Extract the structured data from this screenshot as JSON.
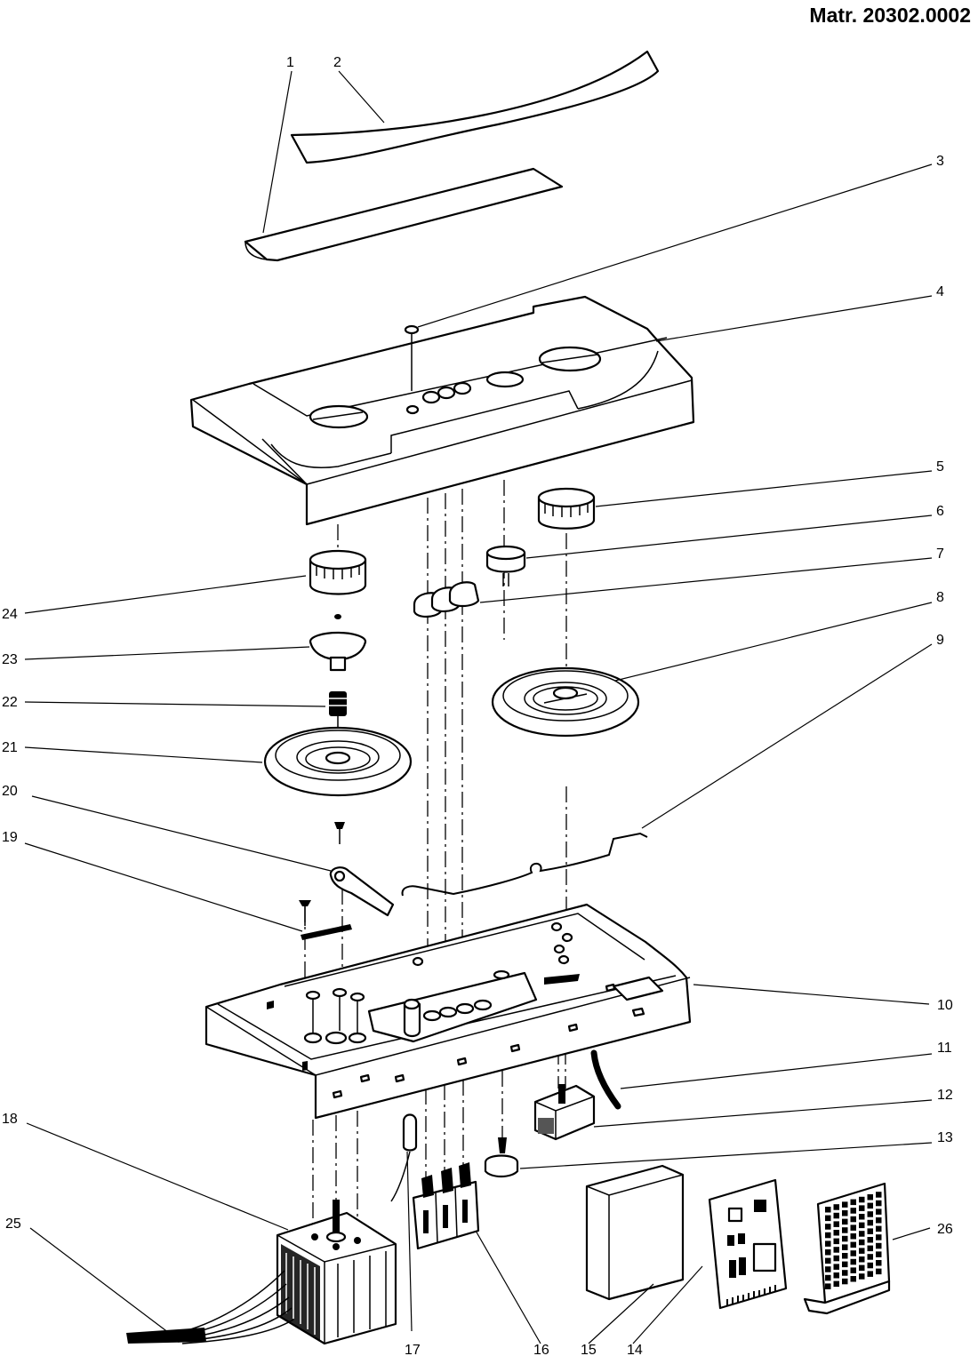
{
  "header": {
    "doc_code": "Matr. 20302.0002"
  },
  "callouts": [
    {
      "id": "c1",
      "text": "1"
    },
    {
      "id": "c2",
      "text": "2"
    },
    {
      "id": "c3",
      "text": "3"
    },
    {
      "id": "c4",
      "text": "4"
    },
    {
      "id": "c5",
      "text": "5"
    },
    {
      "id": "c6",
      "text": "6"
    },
    {
      "id": "c7",
      "text": "7"
    },
    {
      "id": "c8",
      "text": "8"
    },
    {
      "id": "c9",
      "text": "9"
    },
    {
      "id": "c10",
      "text": "10"
    },
    {
      "id": "c11",
      "text": "11"
    },
    {
      "id": "c12",
      "text": "12"
    },
    {
      "id": "c13",
      "text": "13"
    },
    {
      "id": "c14",
      "text": "14"
    },
    {
      "id": "c15",
      "text": "15"
    },
    {
      "id": "c16",
      "text": "16"
    },
    {
      "id": "c17",
      "text": "17"
    },
    {
      "id": "c18",
      "text": "18"
    },
    {
      "id": "c19",
      "text": "19"
    },
    {
      "id": "c20",
      "text": "20"
    },
    {
      "id": "c21",
      "text": "21"
    },
    {
      "id": "c22",
      "text": "22"
    },
    {
      "id": "c23",
      "text": "23"
    },
    {
      "id": "c24",
      "text": "24"
    },
    {
      "id": "c25",
      "text": "25"
    },
    {
      "id": "c26",
      "text": "26"
    }
  ]
}
